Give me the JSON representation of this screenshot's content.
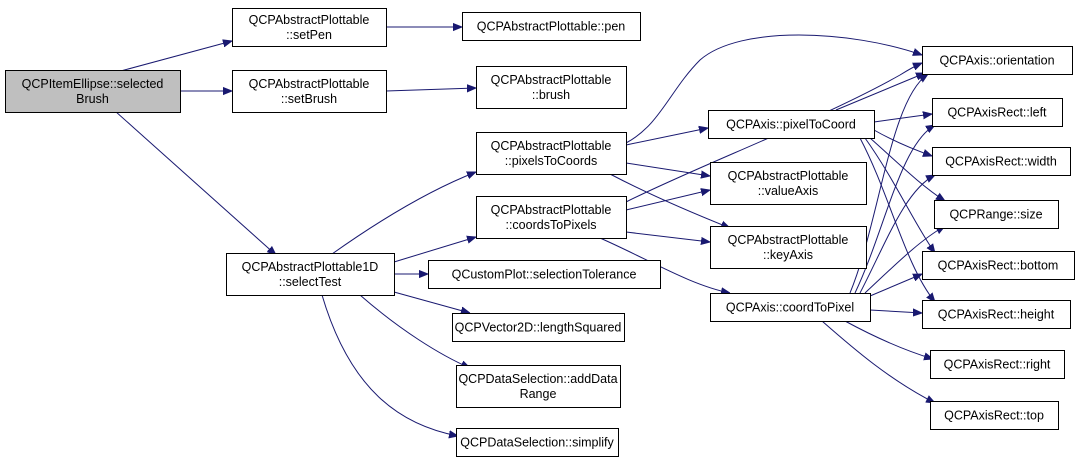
{
  "diagram": {
    "nodes": [
      {
        "id": "root",
        "lines": [
          "QCPItemEllipse::selected",
          "Brush"
        ]
      },
      {
        "id": "setPen",
        "lines": [
          "QCPAbstractPlottable",
          "::setPen"
        ]
      },
      {
        "id": "setBrush",
        "lines": [
          "QCPAbstractPlottable",
          "::setBrush"
        ]
      },
      {
        "id": "selectTest",
        "lines": [
          "QCPAbstractPlottable1D",
          "::selectTest"
        ]
      },
      {
        "id": "pen",
        "lines": [
          "QCPAbstractPlottable::pen"
        ]
      },
      {
        "id": "brush",
        "lines": [
          "QCPAbstractPlottable",
          "::brush"
        ]
      },
      {
        "id": "pixelsToCoords",
        "lines": [
          "QCPAbstractPlottable",
          "::pixelsToCoords"
        ]
      },
      {
        "id": "coordsToPixels",
        "lines": [
          "QCPAbstractPlottable",
          "::coordsToPixels"
        ]
      },
      {
        "id": "selectionTolerance",
        "lines": [
          "QCustomPlot::selectionTolerance"
        ]
      },
      {
        "id": "lengthSquared",
        "lines": [
          "QCPVector2D::lengthSquared"
        ]
      },
      {
        "id": "addDataRange",
        "lines": [
          "QCPDataSelection::addData",
          "Range"
        ]
      },
      {
        "id": "simplify",
        "lines": [
          "QCPDataSelection::simplify"
        ]
      },
      {
        "id": "pixelToCoord",
        "lines": [
          "QCPAxis::pixelToCoord"
        ]
      },
      {
        "id": "valueAxis",
        "lines": [
          "QCPAbstractPlottable",
          "::valueAxis"
        ]
      },
      {
        "id": "keyAxis",
        "lines": [
          "QCPAbstractPlottable",
          "::keyAxis"
        ]
      },
      {
        "id": "coordToPixel",
        "lines": [
          "QCPAxis::coordToPixel"
        ]
      },
      {
        "id": "orientation",
        "lines": [
          "QCPAxis::orientation"
        ]
      },
      {
        "id": "left",
        "lines": [
          "QCPAxisRect::left"
        ]
      },
      {
        "id": "width",
        "lines": [
          "QCPAxisRect::width"
        ]
      },
      {
        "id": "size",
        "lines": [
          "QCPRange::size"
        ]
      },
      {
        "id": "bottom",
        "lines": [
          "QCPAxisRect::bottom"
        ]
      },
      {
        "id": "height",
        "lines": [
          "QCPAxisRect::height"
        ]
      },
      {
        "id": "right",
        "lines": [
          "QCPAxisRect::right"
        ]
      },
      {
        "id": "top",
        "lines": [
          "QCPAxisRect::top"
        ]
      }
    ],
    "edges": [
      [
        "root",
        "setPen"
      ],
      [
        "root",
        "setBrush"
      ],
      [
        "root",
        "selectTest"
      ],
      [
        "setPen",
        "pen"
      ],
      [
        "setBrush",
        "brush"
      ],
      [
        "selectTest",
        "pixelsToCoords"
      ],
      [
        "selectTest",
        "coordsToPixels"
      ],
      [
        "selectTest",
        "selectionTolerance"
      ],
      [
        "selectTest",
        "lengthSquared"
      ],
      [
        "selectTest",
        "addDataRange"
      ],
      [
        "selectTest",
        "simplify"
      ],
      [
        "pixelsToCoords",
        "orientation"
      ],
      [
        "pixelsToCoords",
        "pixelToCoord"
      ],
      [
        "pixelsToCoords",
        "valueAxis"
      ],
      [
        "pixelsToCoords",
        "keyAxis"
      ],
      [
        "coordsToPixels",
        "orientation"
      ],
      [
        "coordsToPixels",
        "valueAxis"
      ],
      [
        "coordsToPixels",
        "keyAxis"
      ],
      [
        "coordsToPixels",
        "coordToPixel"
      ],
      [
        "pixelToCoord",
        "orientation"
      ],
      [
        "pixelToCoord",
        "left"
      ],
      [
        "pixelToCoord",
        "width"
      ],
      [
        "pixelToCoord",
        "size"
      ],
      [
        "pixelToCoord",
        "bottom"
      ],
      [
        "pixelToCoord",
        "height"
      ],
      [
        "coordToPixel",
        "orientation"
      ],
      [
        "coordToPixel",
        "left"
      ],
      [
        "coordToPixel",
        "width"
      ],
      [
        "coordToPixel",
        "size"
      ],
      [
        "coordToPixel",
        "bottom"
      ],
      [
        "coordToPixel",
        "height"
      ],
      [
        "coordToPixel",
        "right"
      ],
      [
        "coordToPixel",
        "top"
      ]
    ]
  }
}
